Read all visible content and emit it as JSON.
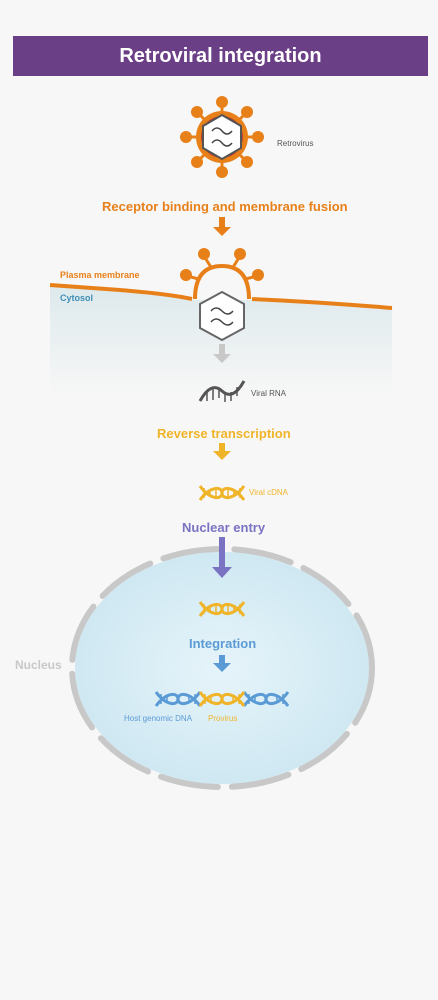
{
  "title": "Retroviral integration",
  "colors": {
    "title_bg": "#6b3f86",
    "orange": "#e8801a",
    "yellow": "#f0b429",
    "purple": "#7a72c2",
    "blue": "#5b9bd5",
    "gray": "#c8c8c8",
    "dark": "#555555",
    "red": "#c0392b",
    "cytosol": "#e3eef1",
    "nucleus": "#dbeff6"
  },
  "labels": {
    "retrovirus": "Retrovirus",
    "plasma_membrane": "Plasma membrane",
    "cytosol": "Cytosol",
    "viral_rna": "Viral RNA",
    "viral_cdna": "Viral cDNA",
    "nucleus": "Nucleus",
    "host_genomic_dna": "Host genomic DNA",
    "provirus": "Provirus"
  },
  "steps": {
    "receptor_binding": "Receptor binding and membrane fusion",
    "reverse_transcription": "Reverse transcription",
    "nuclear_entry": "Nuclear entry",
    "integration": "Integration"
  },
  "icons": [
    "retrovirus-icon",
    "capsid-icon",
    "viral-rna-icon",
    "viral-cdna-icon",
    "dna-icon",
    "arrow-down-icon"
  ]
}
